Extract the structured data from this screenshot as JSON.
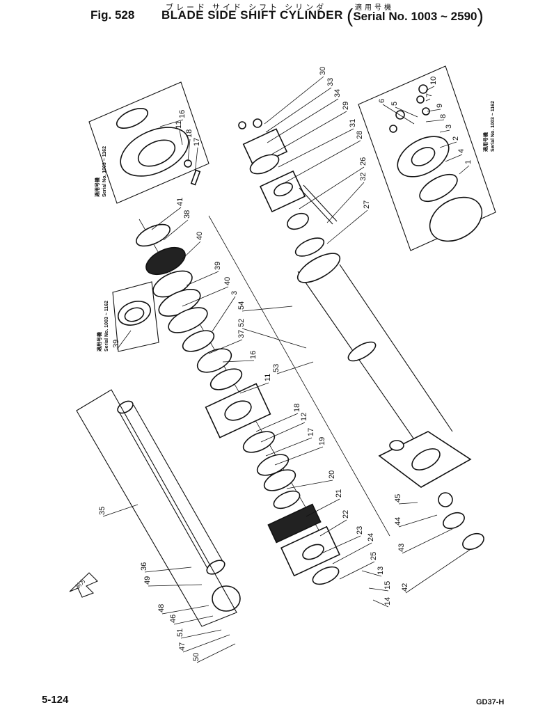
{
  "header": {
    "fig_label": "Fig. 528",
    "title_kana": "ブレード サイド シフト シリンダ",
    "title": "BLADE SIDE SHIFT CYLINDER",
    "serial_kana": "適用号機",
    "serial": "Serial No. 1003 ~ 2590"
  },
  "footer": {
    "page_number": "5-124",
    "model_code": "GD37-H"
  },
  "insets": [
    {
      "serial_kana": "適用号機",
      "serial": "Serial No. 1003 ~ 1162"
    },
    {
      "serial_kana": "適用号機",
      "serial": "Serial No. 1003 ~ 1162"
    },
    {
      "serial_kana": "適用号機",
      "serial": "Serial No. 1003 ~ 1162"
    }
  ],
  "direction_arrow_label": "前方",
  "callouts": [
    "30",
    "33",
    "34",
    "29",
    "31",
    "28",
    "26",
    "32",
    "27",
    "41",
    "38",
    "40",
    "39",
    "40",
    "3",
    "54",
    "52",
    "53",
    "37",
    "16",
    "11",
    "18",
    "12",
    "17",
    "19",
    "20",
    "21",
    "22",
    "23",
    "24",
    "25",
    "13",
    "15",
    "14",
    "45",
    "44",
    "43",
    "42",
    "35",
    "36",
    "49",
    "48",
    "46",
    "51",
    "47",
    "50",
    "39",
    "16",
    "11",
    "18",
    "17",
    "6",
    "5",
    "10",
    "7",
    "9",
    "8",
    "3",
    "2",
    "4",
    "1"
  ],
  "colors": {
    "ink": "#111111",
    "paper": "#ffffff"
  }
}
